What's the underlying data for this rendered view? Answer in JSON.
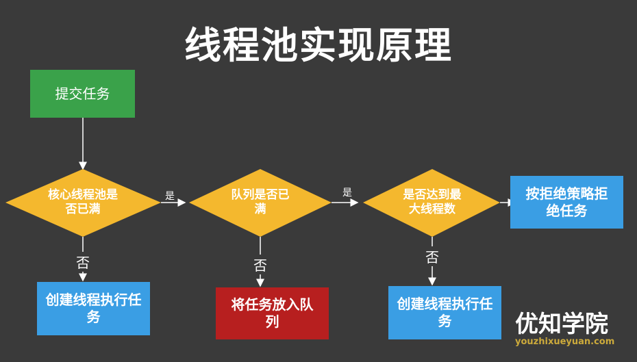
{
  "title": "线程池实现原理",
  "colors": {
    "background": "#3a3a3a",
    "start": "#3aa24a",
    "decision": "#f4b82e",
    "action": "#3a9ee4",
    "queue": "#b71f1f",
    "line": "#ffffff"
  },
  "nodes": {
    "submit": "提交任务",
    "core_full": "核心线程池是否已满",
    "queue_full": "队列是否已满",
    "max_reached": "是否达到最大线程数",
    "reject": "按拒绝策略拒绝任务",
    "create_core": "创建线程执行任务",
    "enqueue": "将任务放入队列",
    "create_nonc": "创建线程执行任务"
  },
  "edges": {
    "yes1": "是",
    "yes2": "是",
    "no1": "否",
    "no2": "否",
    "no3": "否"
  },
  "brand": "优知学院",
  "watermark": "youzhixueyuan.com"
}
